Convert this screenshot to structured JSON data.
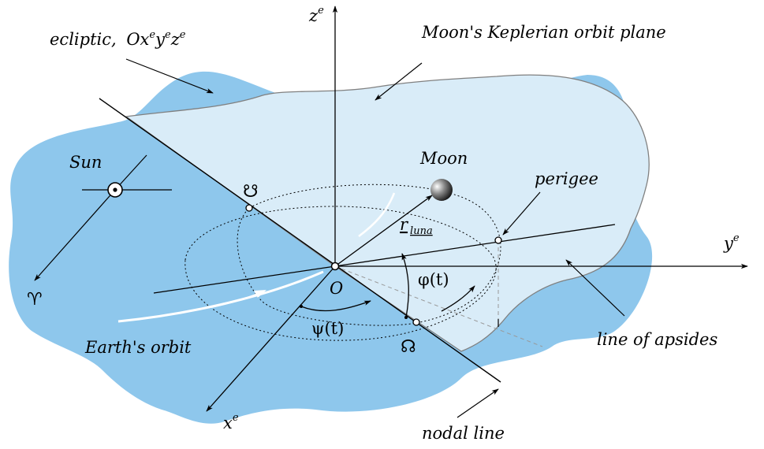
{
  "labels": {
    "ecliptic": "ecliptic,",
    "ecliptic_frame": "Ox",
    "ecliptic_frame_y": "y",
    "ecliptic_frame_z": "z",
    "sup_e": "e",
    "orbit_plane": "Moon's Keplerian orbit plane",
    "sun": "Sun",
    "moon": "Moon",
    "perigee": "perigee",
    "r_vector": "r",
    "r_subscript": "luna",
    "origin": "O",
    "phi": "φ(t)",
    "psi": "ψ(t)",
    "earth_orbit": "Earth's orbit",
    "line_of_apsides": "line of apsides",
    "nodal_line": "nodal line",
    "axis_x": "x",
    "axis_y": "y",
    "axis_z": "z"
  },
  "symbols": {
    "aries": "♈",
    "ascending_node": "☊",
    "descending_node": "☋"
  },
  "colors": {
    "ecliptic_fill": "#8ec7ec",
    "orbit_plane_fill": "#d9ecf8",
    "line": "#000000",
    "earth_orbit_arc": "#ffffff"
  },
  "icons": {
    "sun": "sun-symbol-icon",
    "moon": "moon-sphere-icon"
  }
}
